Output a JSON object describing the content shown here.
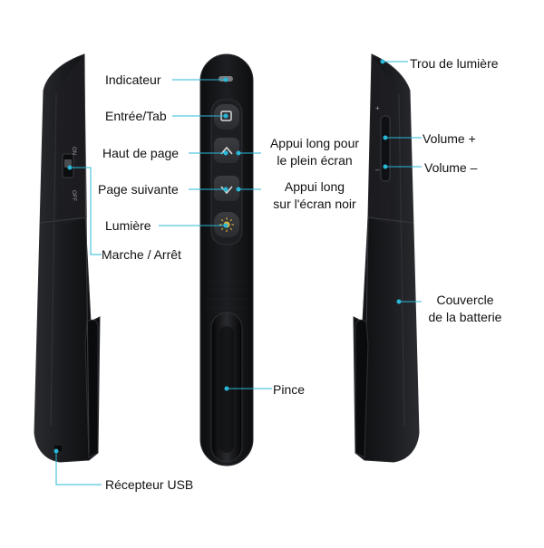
{
  "colors": {
    "device_body": "#141518",
    "device_edge": "#2b2d31",
    "callout_line": "#29b8d8",
    "label_text": "#111111"
  },
  "labels": {
    "indicateur": "Indicateur",
    "entree_tab": "Entrée/Tab",
    "haut_de_page": "Haut de page",
    "page_suivante": "Page suivante",
    "lumiere": "Lumière",
    "marche_arret": "Marche / Arrêt",
    "recepteur_usb": "Récepteur USB",
    "pince": "Pince",
    "appui_long_plein_ecran_1": "Appui long pour",
    "appui_long_plein_ecran_2": "le plein écran",
    "appui_long_ecran_noir_1": "Appui long",
    "appui_long_ecran_noir_2": "sur l'écran noir",
    "trou_de_lumiere": "Trou de lumière",
    "volume_plus": "Volume +",
    "volume_moins": "Volume –",
    "couvercle_1": "Couvercle",
    "couvercle_2": "de la batterie"
  },
  "switch_text": {
    "on": "ON",
    "off": "OFF"
  },
  "side_button_text": {
    "plus": "+",
    "minus": "–"
  },
  "icons": [
    "tab-square-icon",
    "chevron-up-icon",
    "chevron-down-icon",
    "sun-light-icon"
  ]
}
